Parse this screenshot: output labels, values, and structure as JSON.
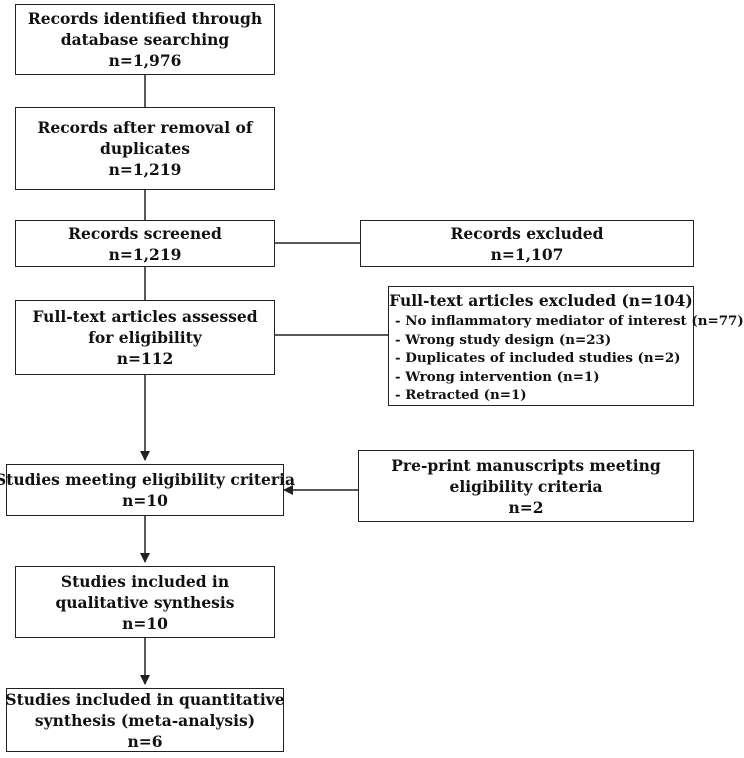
{
  "boxes": {
    "identified": [
      "Records identified through",
      "database searching",
      "n=1,976"
    ],
    "after_duplicates": [
      "Records after removal of",
      "duplicates",
      "n=1,219"
    ],
    "screened": [
      "Records screened",
      "n=1,219"
    ],
    "excluded": [
      "Records excluded",
      "n=1,107"
    ],
    "fulltext_assessed": [
      "Full-text articles assessed",
      "for eligibility",
      "n=112"
    ],
    "fulltext_excluded": {
      "heading": "Full-text articles excluded (n=104)",
      "reasons": [
        "- No inflammatory mediator of interest (n=77)",
        "- Wrong study design (n=23)",
        "- Duplicates of included studies (n=2)",
        "- Wrong intervention (n=1)",
        "- Retracted (n=1)"
      ]
    },
    "meeting_criteria": [
      "Studies meeting eligibility  criteria",
      "n=10"
    ],
    "preprint": [
      "Pre-print manuscripts meeting",
      "eligibility criteria",
      "n=2"
    ],
    "qualitative": [
      "Studies included in",
      "qualitative synthesis",
      "n=10"
    ],
    "quantitative": [
      "Studies included in quantitative",
      "synthesis (meta-analysis)",
      "n=6"
    ]
  }
}
